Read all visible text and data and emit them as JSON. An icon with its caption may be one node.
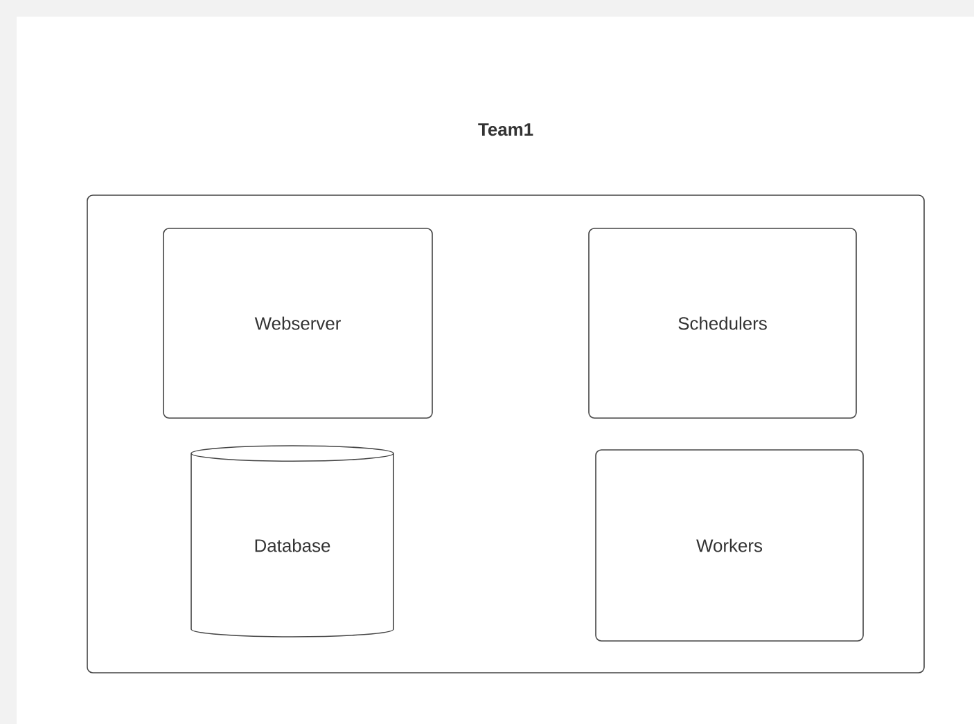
{
  "diagram": {
    "nodes": [
      {
        "text": [
          "Team1"
        ]
      },
      {
        "text": [
          "Webserver"
        ],
        "in": 0
      },
      {
        "text": [
          "Schedulers"
        ],
        "in": 0
      },
      {
        "text": [
          "Database"
        ],
        "in": 0
      },
      {
        "text": [
          "Workers"
        ],
        "in": 0
      }
    ]
  }
}
